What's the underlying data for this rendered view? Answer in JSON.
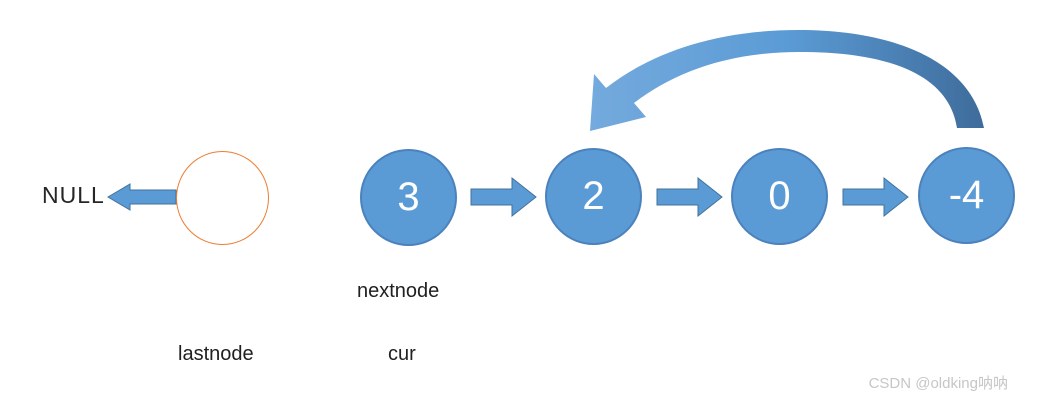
{
  "diagram": {
    "title": "linked-list-reversal-step",
    "null_label": "NULL",
    "nodes": [
      {
        "value": "3"
      },
      {
        "value": "2"
      },
      {
        "value": "0"
      },
      {
        "value": "-4"
      }
    ],
    "pointer_labels": {
      "nextnode": "nextnode",
      "lastnode": "lastnode",
      "cur": "cur"
    },
    "watermark": "CSDN @oldking呐呐",
    "colors": {
      "node_fill": "#5b9bd5",
      "node_border": "#4b82bd",
      "arrow_fill": "#5b9bd5",
      "arrow_border": "#41719c",
      "empty_node_border": "#ed7d31",
      "curved_arrow_light": "#74aadd",
      "curved_arrow_dark": "#3e6c9b",
      "text": "#262626",
      "watermark_text": "#c6c6c6",
      "background": "#ffffff"
    }
  }
}
